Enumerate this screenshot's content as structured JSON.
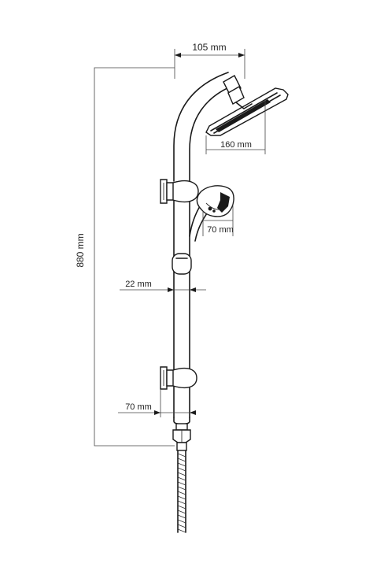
{
  "dimensions": {
    "arm_reach": "105 mm",
    "overall_height": "880 mm",
    "head_diameter": "160 mm",
    "hand_shower_diameter": "70 mm",
    "rail_diameter": "22 mm",
    "wall_offset": "70 mm"
  }
}
